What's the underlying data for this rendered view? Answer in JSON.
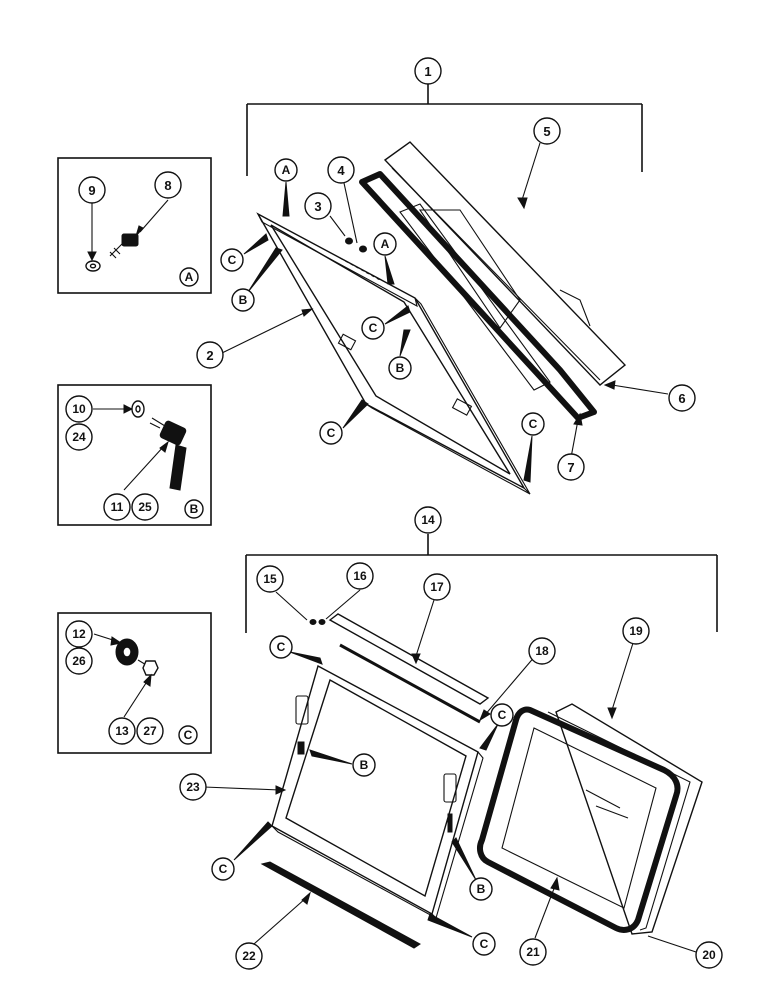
{
  "callouts": {
    "c1": "1",
    "c2": "2",
    "c3": "3",
    "c4": "4",
    "c5": "5",
    "c6": "6",
    "c7": "7",
    "c8": "8",
    "c9": "9",
    "c10": "10",
    "c11": "11",
    "c12": "12",
    "c13": "13",
    "c14": "14",
    "c15": "15",
    "c16": "16",
    "c17": "17",
    "c18": "18",
    "c19": "19",
    "c20": "20",
    "c21": "21",
    "c22": "22",
    "c23": "23",
    "c24": "24",
    "c25": "25",
    "c26": "26",
    "c27": "27"
  },
  "references": {
    "a": "A",
    "b": "B",
    "c": "C"
  },
  "detail_labels": {
    "box_a": "A",
    "box_b": "B",
    "box_c": "C"
  }
}
